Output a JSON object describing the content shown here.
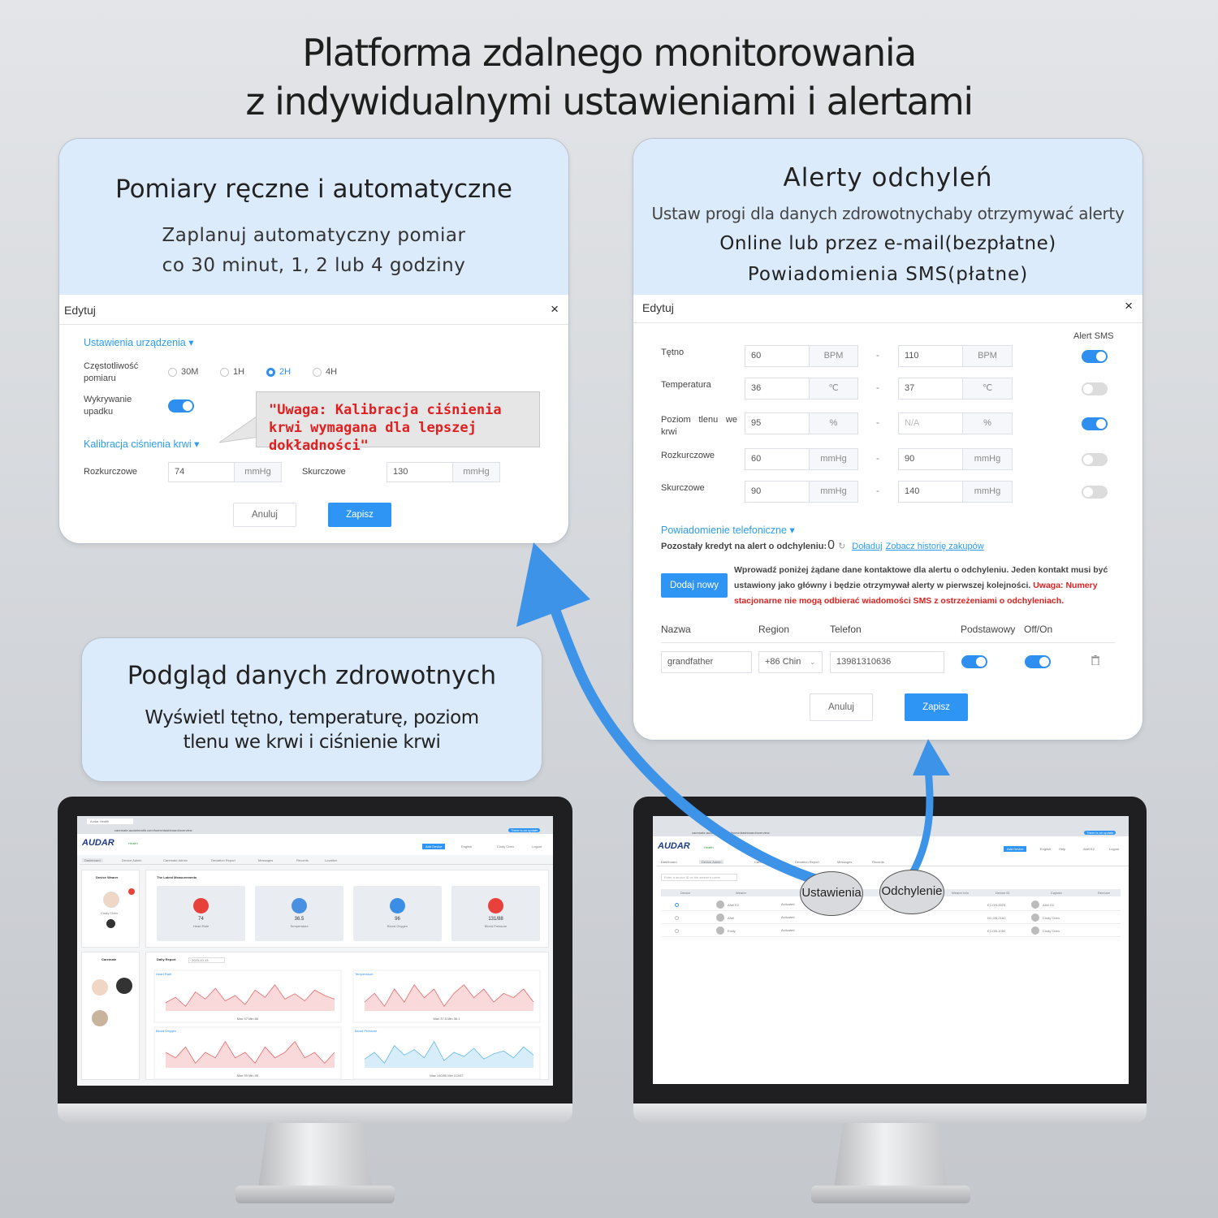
{
  "headline": {
    "line1": "Platforma zdalnego monitorowania",
    "line2": "z indywidualnymi ustawieniami i alertami"
  },
  "card1": {
    "title": "Pomiary ręczne i automatyczne",
    "sub1": "Zaplanuj automatyczny pomiar",
    "sub2": "co 30 minut, 1, 2 lub 4 godziny",
    "dialog_title": "Edytuj",
    "close": "×",
    "device_settings": "Ustawienia urządzenia ▾",
    "freq_label": "Częstotliwość pomiaru",
    "options": [
      "30M",
      "1H",
      "2H",
      "4H"
    ],
    "selected_option": "2H",
    "fall_label": "Wykrywanie upadku",
    "callout": "\"Uwaga: Kalibracja ciśnienia krwi wymagana dla lepszej dokładności\"",
    "calibration": "Kalibracja ciśnienia krwi ▾",
    "rozkurczowe_label": "Rozkurczowe",
    "rozkurczowe_value": "74",
    "skurczowe_label": "Skurczowe",
    "skurczowe_value": "130",
    "unit_mmhg": "mmHg",
    "cancel": "Anuluj",
    "save": "Zapisz"
  },
  "card2": {
    "title": "Alerty odchyleń",
    "sub1": "Ustaw progi dla danych zdrowotnychaby otrzymywać alerty",
    "sub2": "Online lub przez e-mail(bezpłatne)",
    "sub3": "Powiadomienia SMS(płatne)",
    "dialog_title": "Edytuj",
    "close": "×",
    "alert_sms": "Alert SMS",
    "rows": [
      {
        "label": "Tętno",
        "low": "60",
        "high": "110",
        "unit": "BPM",
        "sms": true
      },
      {
        "label": "Temperatura",
        "low": "36",
        "high": "37",
        "unit": "℃",
        "sms": false
      },
      {
        "label": "Poziom tlenu we krwi",
        "low": "95",
        "high": "N/A",
        "unit": "%",
        "sms": true
      },
      {
        "label": "Rozkurczowe",
        "low": "60",
        "high": "90",
        "unit": "mmHg",
        "sms": false
      },
      {
        "label": "Skurczowe",
        "low": "90",
        "high": "140",
        "unit": "mmHg",
        "sms": false
      }
    ],
    "range_sep": "-",
    "phone_section": "Powiadomienie telefoniczne ▾",
    "credit_label": "Pozostały kredyt na alert o odchyleniu:",
    "credit_value": "0",
    "refresh_icon": "↻",
    "topup": "Doładuj",
    "history": "Zobacz historię zakupów",
    "add_new": "Dodaj nowy",
    "info_text": "Wprowadź poniżej żądane dane kontaktowe dla alertu o odchyleniu. Jeden kontakt musi być ustawiony jako główny i będzie otrzymywał alerty w pierwszej kolejności. ",
    "warning_text": "Uwaga: Numery stacjonarne nie mogą odbierać wiadomości SMS z ostrzeżeniami o odchyleniach.",
    "columns": [
      "Nazwa",
      "Region",
      "Telefon",
      "Podstawowy",
      "Off/On"
    ],
    "contact": {
      "name": "grandfather",
      "region": "+86 Chin",
      "phone": "13981310636",
      "primary": true,
      "on": true
    },
    "cancel": "Anuluj",
    "save": "Zapisz"
  },
  "card3": {
    "title": "Podgląd danych zdrowotnych",
    "sub1": "Wyświetl tętno, temperaturę, poziom",
    "sub2": "tlenu we krwi i ciśnienie krwi"
  },
  "monitor_left": {
    "browser_tab": "Audar Health",
    "url": "caremate.audarhealth.com/home/dashboard/overview",
    "update": "There is an update",
    "logo": "AUDAR",
    "logo_sub": "Health",
    "add_device": "Add Device",
    "lang": "English",
    "user": "Cindy Chen",
    "logout": "Logout",
    "nav": [
      "Dashboard",
      "Device Admin",
      "Caremate Admin",
      "Deviation Report",
      "Messages",
      "Records",
      "Location"
    ],
    "device_wearer": "Device Wearer",
    "wearer_name": "Cindy Chen",
    "latest": "The Latest Measurements",
    "tiles": [
      {
        "value": "74",
        "label": "Heart Rate",
        "color": "#e8413c"
      },
      {
        "value": "36.5",
        "label": "Temperature",
        "color": "#4a90e2"
      },
      {
        "value": "96",
        "label": "Blood Oxygen",
        "color": "#3a8ee6"
      },
      {
        "value": "131/88",
        "label": "Blood Pressure",
        "color": "#e8413c"
      }
    ],
    "caremate": "Caremate",
    "daily_report": "Daily Report",
    "report_date": "2023-10-13",
    "charts": [
      {
        "name": "Heart Rate",
        "foot": "Max 97  Min 66",
        "color": "#e8696b",
        "values": [
          72,
          75,
          70,
          78,
          74,
          80,
          73,
          76,
          71,
          79,
          75,
          82,
          74,
          77,
          73,
          79,
          76,
          74
        ]
      },
      {
        "name": "Temperature",
        "foot": "Max 37.5  Min 36.1",
        "color": "#e8696b",
        "values": [
          36.5,
          36.7,
          36.4,
          36.8,
          36.5,
          36.9,
          36.6,
          36.8,
          36.4,
          36.7,
          36.9,
          36.6,
          36.8,
          36.5,
          36.7,
          36.6,
          36.8,
          36.5
        ]
      },
      {
        "name": "Blood Oxygen",
        "foot": "Max 99  Min 95",
        "color": "#e8696b",
        "values": [
          97,
          96,
          98,
          95,
          97,
          96,
          99,
          96,
          97,
          95,
          98,
          96,
          97,
          99,
          96,
          97,
          95,
          97
        ]
      },
      {
        "name": "Blood Pressure",
        "foot": "Max 140/90  Min 112/67",
        "color": "#5fb8e8",
        "values": [
          125,
          130,
          122,
          135,
          128,
          132,
          126,
          138,
          124,
          130,
          127,
          133,
          125,
          129,
          131,
          126,
          134,
          128
        ]
      }
    ]
  },
  "monitor_right": {
    "url": "caremate.audarhealth.com/home/dashboard/overview",
    "update": "There is an update",
    "logo": "AUDAR",
    "logo_sub": "Health",
    "add_device": "Add Device",
    "lang": "English",
    "help": "Help",
    "user": "Abel E2",
    "logout": "Logout",
    "nav": [
      "Dashboard",
      "Device Admin",
      "Caremate Admin",
      "Deviation Report",
      "Messages",
      "Records"
    ],
    "search_placeholder": "Enter a device ID or the wearer's name",
    "columns": [
      "Device",
      "Wearer",
      "Status",
      "Settings",
      "Deviation",
      "Wearer Info",
      "Device ID",
      "Captain",
      "Remove"
    ],
    "rows": [
      {
        "wearer": "Abel E2",
        "status": "Activated",
        "device_id": "E2-GB-0025",
        "captain": "Abel E2"
      },
      {
        "wearer": "Abel",
        "status": "Activated",
        "device_id": "N1-GB-0160",
        "captain": "Cindy Chen"
      },
      {
        "wearer": "Emily",
        "status": "Activated",
        "device_id": "E2-GB-1050",
        "captain": "Cindy Chen"
      }
    ],
    "bubble_settings": "Ustawienia",
    "bubble_deviation": "Odchylenie"
  },
  "colors": {
    "accent": "#2f95f4",
    "arrow": "#3d93e8",
    "warning": "#e02020",
    "card_head": "#dcebfb"
  }
}
